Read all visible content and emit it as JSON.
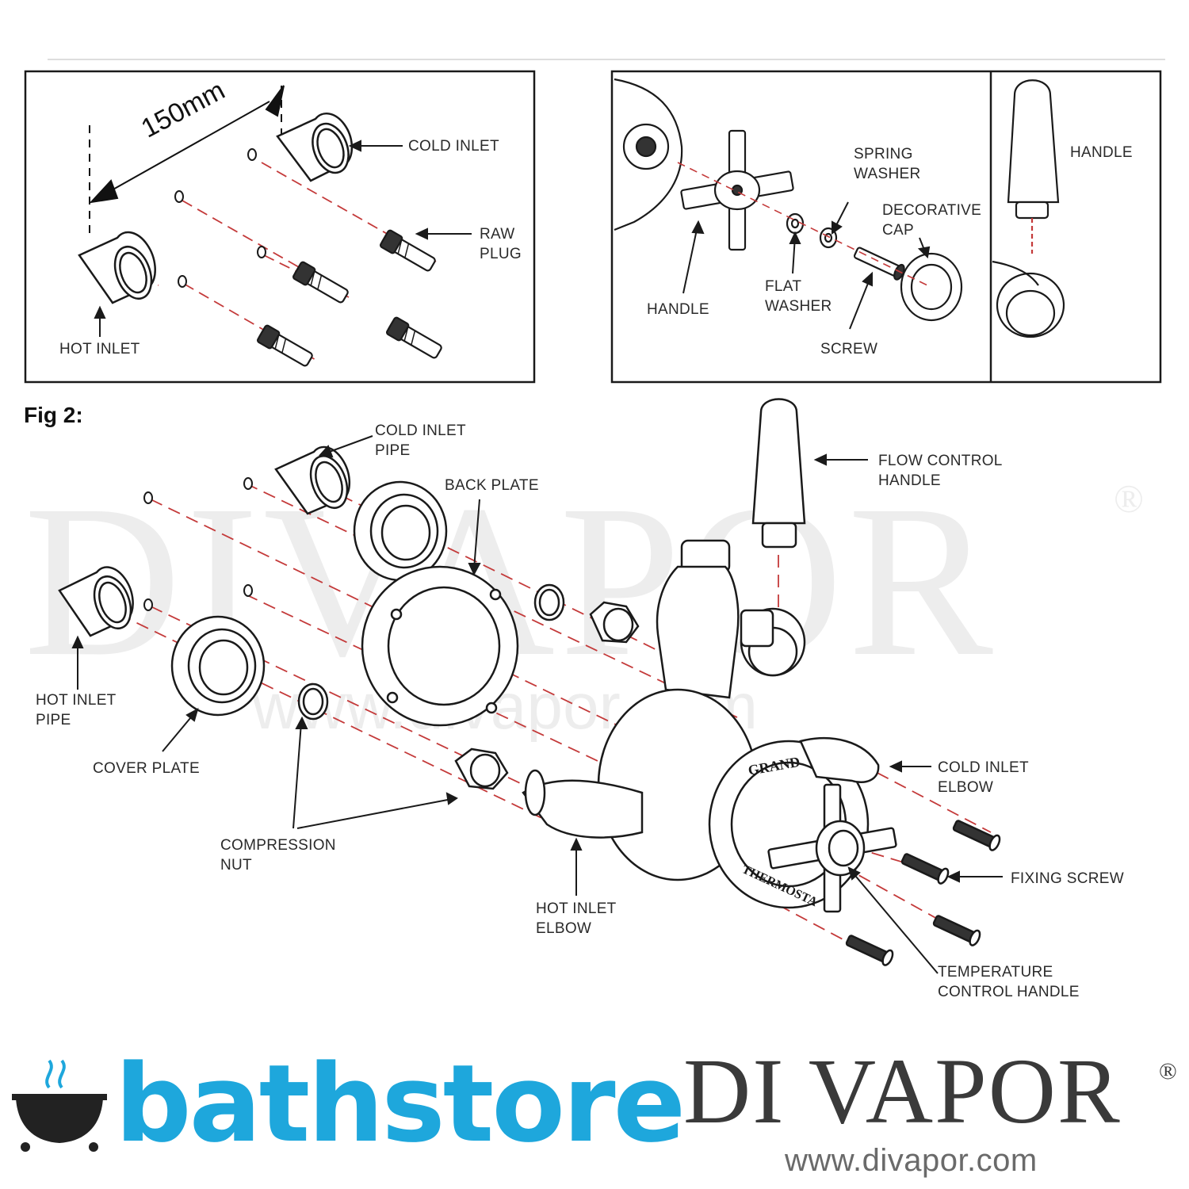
{
  "fig1": {
    "dimension": "150mm",
    "labels": {
      "cold_inlet": "COLD INLET",
      "raw_plug": "RAW\nPLUG",
      "hot_inlet": "HOT INLET"
    }
  },
  "fig_handle": {
    "labels": {
      "spring_washer": "SPRING\nWASHER",
      "decorative_cap": "DECORATIVE\nCAP",
      "handle": "HANDLE",
      "flat_washer": "FLAT\nWASHER",
      "screw": "SCREW",
      "handle_lever": "HANDLE"
    }
  },
  "fig2": {
    "title": "Fig 2:",
    "labels": {
      "cold_inlet_pipe": "COLD INLET\nPIPE",
      "back_plate": "BACK PLATE",
      "flow_control_handle": "FLOW CONTROL\nHANDLE",
      "hot_inlet_pipe": "HOT INLET\nPIPE",
      "cover_plate": "COVER PLATE",
      "compression_nut": "COMPRESSION\nNUT",
      "hot_inlet_elbow": "HOT INLET\nELBOW",
      "cold_inlet_elbow": "COLD INLET\nELBOW",
      "fixing_screw": "FIXING SCREW",
      "temperature_control_handle": "TEMPERATURE\nCONTROL HANDLE"
    },
    "dial_text": [
      "GRAND",
      "THERMOSTA"
    ]
  },
  "watermark": {
    "big": "DIVAPOR",
    "reg": "®",
    "url": "www.divapor.com"
  },
  "footer": {
    "bathstore": "bathstore",
    "divapor": "DI VAPOR",
    "reg": "®",
    "url": "www.divapor.com"
  },
  "colors": {
    "line": "#1a1a1a",
    "axis_dash": "#c43a3a",
    "bathstore_blue": "#1ea7dc",
    "divapor_gray": "#3a3a3a"
  }
}
